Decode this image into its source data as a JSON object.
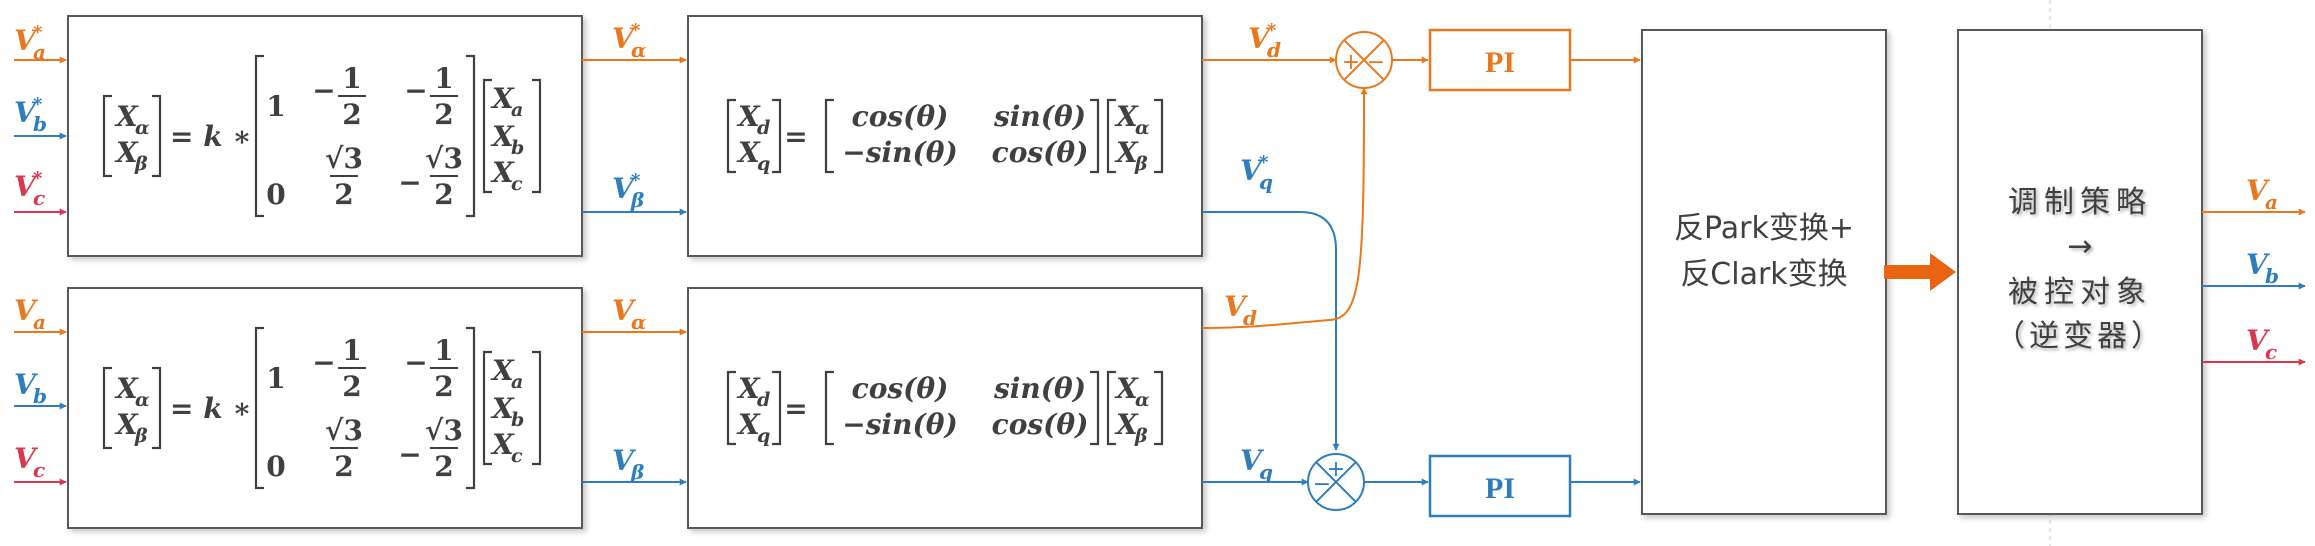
{
  "colors": {
    "orange": "#E8771E",
    "blue": "#2E7EBD",
    "red": "#D9364F",
    "box_border": "#595959",
    "text": "#404040",
    "arrow_fill": "#E8640F"
  },
  "signals": {
    "va_ref": {
      "base": "V",
      "sub": "a",
      "sup": "*"
    },
    "vb_ref": {
      "base": "V",
      "sub": "b",
      "sup": "*"
    },
    "vc_ref": {
      "base": "V",
      "sub": "c",
      "sup": "*"
    },
    "valpha_ref": {
      "base": "V",
      "sub": "α",
      "sup": "*"
    },
    "vbeta_ref": {
      "base": "V",
      "sub": "β",
      "sup": "*"
    },
    "vd_ref": {
      "base": "V",
      "sub": "d",
      "sup": "*"
    },
    "vq_ref": {
      "base": "V",
      "sub": "q",
      "sup": "*"
    },
    "va": {
      "base": "V",
      "sub": "a",
      "sup": ""
    },
    "vb": {
      "base": "V",
      "sub": "b",
      "sup": ""
    },
    "vc": {
      "base": "V",
      "sub": "c",
      "sup": ""
    },
    "valpha": {
      "base": "V",
      "sub": "α",
      "sup": ""
    },
    "vbeta": {
      "base": "V",
      "sub": "β",
      "sup": ""
    },
    "vd": {
      "base": "V",
      "sub": "d",
      "sup": ""
    },
    "vq": {
      "base": "V",
      "sub": "q",
      "sup": ""
    },
    "out_va": {
      "base": "V",
      "sub": "a",
      "sup": ""
    },
    "out_vb": {
      "base": "V",
      "sub": "b",
      "sup": ""
    },
    "out_vc": {
      "base": "V",
      "sub": "c",
      "sup": ""
    }
  },
  "clark": {
    "lhs_top": "X",
    "lhs_top_sub": "α",
    "lhs_bot": "X",
    "lhs_bot_sub": "β",
    "eq": "= k ∗",
    "m_one": "1",
    "m_minus": "−",
    "m_num": "1",
    "m_den": "2",
    "m_zero": "0",
    "m_root3": "√3",
    "v_a": "X",
    "v_a_sub": "a",
    "v_b": "X",
    "v_b_sub": "b",
    "v_c": "X",
    "v_c_sub": "c"
  },
  "park": {
    "lhs_top": "X",
    "lhs_top_sub": "d",
    "lhs_bot": "X",
    "lhs_bot_sub": "q",
    "eq": "=",
    "m11": "cos(θ)",
    "m12": "sin(θ)",
    "m21": "−sin(θ)",
    "m22": "cos(θ)",
    "v_top": "X",
    "v_top_sub": "α",
    "v_bot": "X",
    "v_bot_sub": "β"
  },
  "summing": {
    "top_plus": "+",
    "top_minus": "−",
    "bot_plus": "+",
    "bot_minus": "−"
  },
  "blocks": {
    "pi_top": "PI",
    "pi_bottom": "PI",
    "inverse_line1": "反Park变换+",
    "inverse_line2": "反Clark变换",
    "modulation_line1": "调制策略",
    "modulation_arrow": "→",
    "modulation_line2": "被控对象",
    "modulation_line3": "（逆变器）"
  }
}
